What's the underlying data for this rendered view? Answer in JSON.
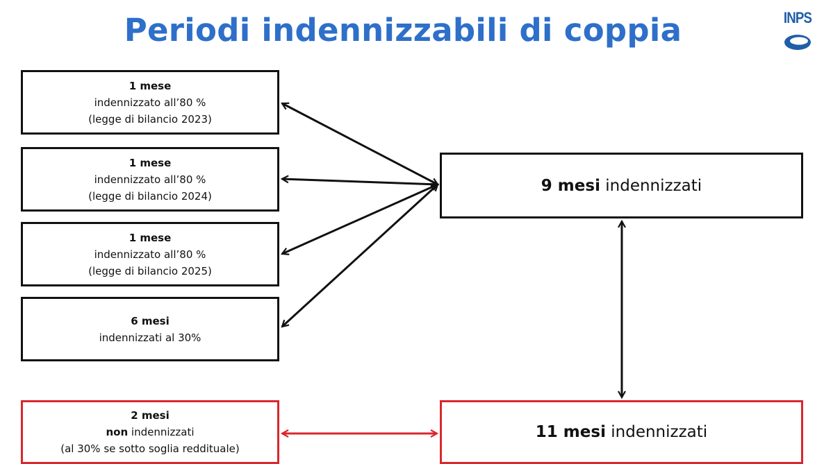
{
  "title": "Periodi indennizzabili di coppia",
  "logo": {
    "text": "INPS"
  },
  "boxes": {
    "b1": {
      "line1": "1 mese",
      "line2": "indennizzato all’80 %",
      "line3": "(legge di bilancio 2023)"
    },
    "b2": {
      "line1": "1 mese",
      "line2": "indennizzato all’80 %",
      "line3": "(legge di bilancio 2024)"
    },
    "b3": {
      "line1": "1 mese",
      "line2": "indennizzato all’80 %",
      "line3": "(legge di bilancio 2025)"
    },
    "b4": {
      "line1": "6 mesi",
      "line2": "indennizzati al 30%"
    },
    "b5": {
      "line1": "2 mesi",
      "line2_bold": "non",
      "line2_rest": " indennizzati",
      "line3": "(al 30% se sotto soglia reddituale)"
    },
    "nine": {
      "bold": "9 mesi",
      "rest": " indennizzati"
    },
    "eleven": {
      "bold": "11 mesi",
      "rest": " indennizzati"
    }
  },
  "colors": {
    "title": "#2e6fc9",
    "logo": "#1f5ea8",
    "black_border": "#111111",
    "red_border": "#d9272e"
  }
}
